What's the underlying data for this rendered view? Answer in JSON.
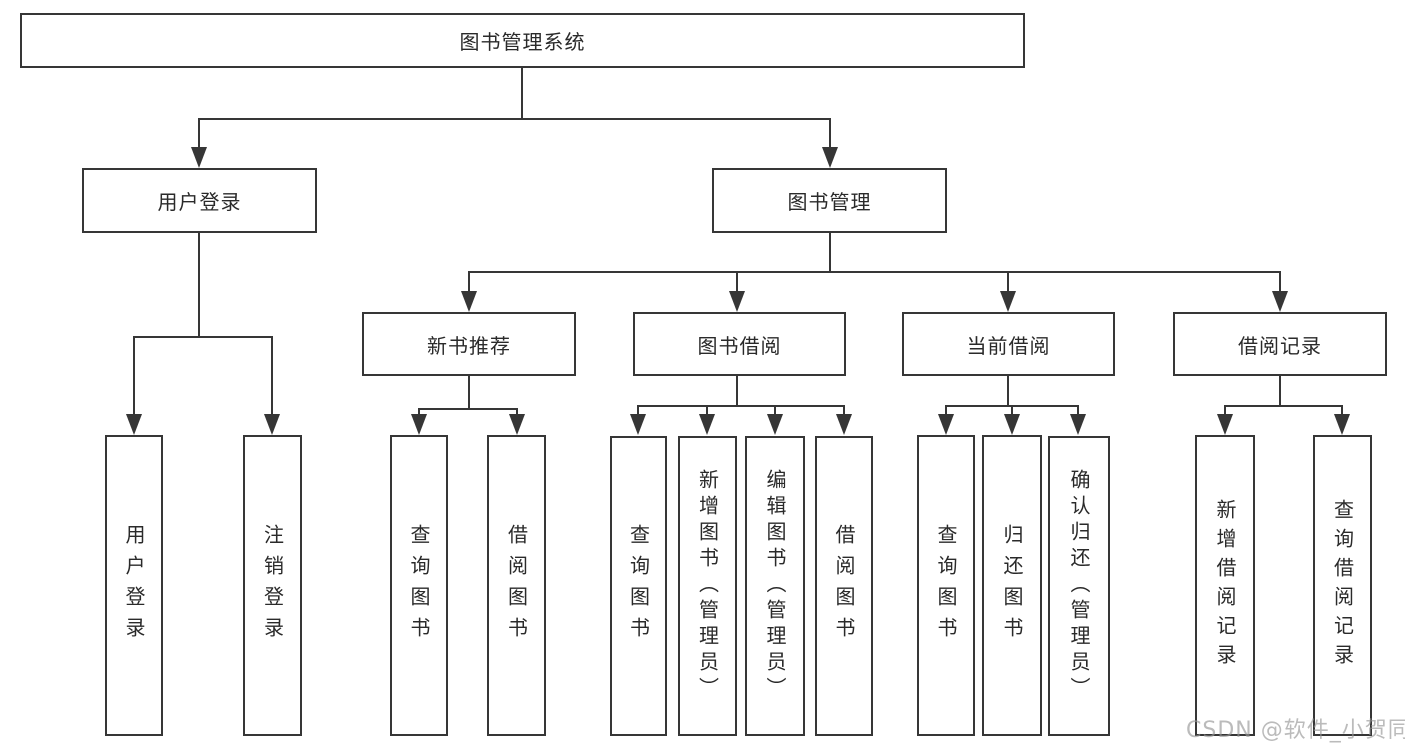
{
  "diagram": {
    "type": "hierarchy-tree",
    "root": {
      "label": "图书管理系统"
    },
    "branches": [
      {
        "label": "用户登录",
        "children": [
          {
            "label": "用户登录"
          },
          {
            "label": "注销登录"
          }
        ]
      },
      {
        "label": "图书管理",
        "children": [
          {
            "label": "新书推荐",
            "children": [
              {
                "label": "查询图书"
              },
              {
                "label": "借阅图书"
              }
            ]
          },
          {
            "label": "图书借阅",
            "children": [
              {
                "label": "查询图书"
              },
              {
                "label": "新增图书（管理员）"
              },
              {
                "label": "编辑图书（管理员）"
              },
              {
                "label": "借阅图书"
              }
            ]
          },
          {
            "label": "当前借阅",
            "children": [
              {
                "label": "查询图书"
              },
              {
                "label": "归还图书"
              },
              {
                "label": "确认归还（管理员）"
              }
            ]
          },
          {
            "label": "借阅记录",
            "children": [
              {
                "label": "新增借阅记录"
              },
              {
                "label": "查询借阅记录"
              }
            ]
          }
        ]
      }
    ]
  },
  "watermark": {
    "text": "CSDN @软件_小贺同学"
  },
  "colors": {
    "line": "#363636",
    "text": "#2a2a2a",
    "background": "#ffffff",
    "watermark_gray": "#a8a8a8"
  }
}
